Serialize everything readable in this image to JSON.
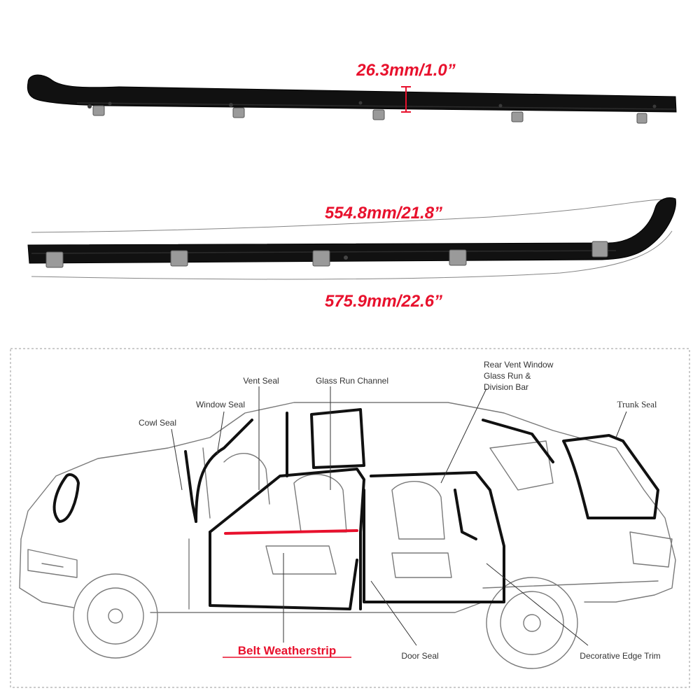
{
  "dimensions": {
    "thickness": "26.3mm/1.0”",
    "inner_length": "554.8mm/21.8”",
    "outer_length": "575.9mm/22.6”"
  },
  "diagram": {
    "labels": {
      "vent_seal": "Vent Seal",
      "glass_run_channel": "Glass Run Channel",
      "rear_vent_window_1": "Rear Vent Window",
      "rear_vent_window_2": "Glass Run &",
      "rear_vent_window_3": "Division Bar",
      "window_seal": "Window Seal",
      "cowl_seal": "Cowl Seal",
      "trunk_seal": "Trunk Seal",
      "belt_weatherstrip": "Belt Weatherstrip",
      "door_seal": "Door Seal",
      "decorative_edge_trim": "Decorative Edge Trim"
    }
  },
  "colors": {
    "accent_red": "#e8112d",
    "strip_black": "#111111",
    "outline_gray": "#7a7a7a"
  },
  "icons": [
    "black-weatherstrip",
    "metal-clip",
    "car-outline-diagram"
  ]
}
